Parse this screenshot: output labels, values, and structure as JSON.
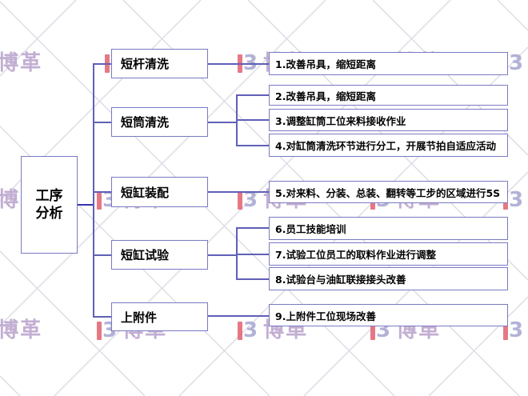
{
  "diagram": {
    "root": {
      "label": "工序\n分析"
    },
    "branches": [
      {
        "label": "短杆清洗",
        "items": [
          "1.改善吊具，缩短距离"
        ]
      },
      {
        "label": "短筒清洗",
        "items": [
          "2.改善吊具，缩短距离",
          "3.调整缸筒工位来料接收作业",
          "4.对缸筒清洗环节进行分工，开展节拍自适应活动"
        ]
      },
      {
        "label": "短缸装配",
        "items": [
          "5.对来料、分装、总装、翻转等工步的区域进行5S"
        ]
      },
      {
        "label": "短缸试验",
        "items": [
          "6.员工技能培训",
          "7.试验工位员工的取料作业进行调整",
          "8.试验台与油缸联接接头改善"
        ]
      },
      {
        "label": "上附件",
        "items": [
          "9.上附件工位现场改善"
        ]
      }
    ]
  },
  "watermark": {
    "brand": "博革",
    "logo_glyph": "3",
    "colors": {
      "logo_red": "#e0606e",
      "logo_lavender": "#b2b2d8",
      "text": "#c2aed2"
    }
  },
  "colors": {
    "box_border": "#7a7ac2",
    "connector": "#6060b8",
    "root_connector": "#3434b0",
    "text": "#000000",
    "lattice": "#dcdce6"
  }
}
